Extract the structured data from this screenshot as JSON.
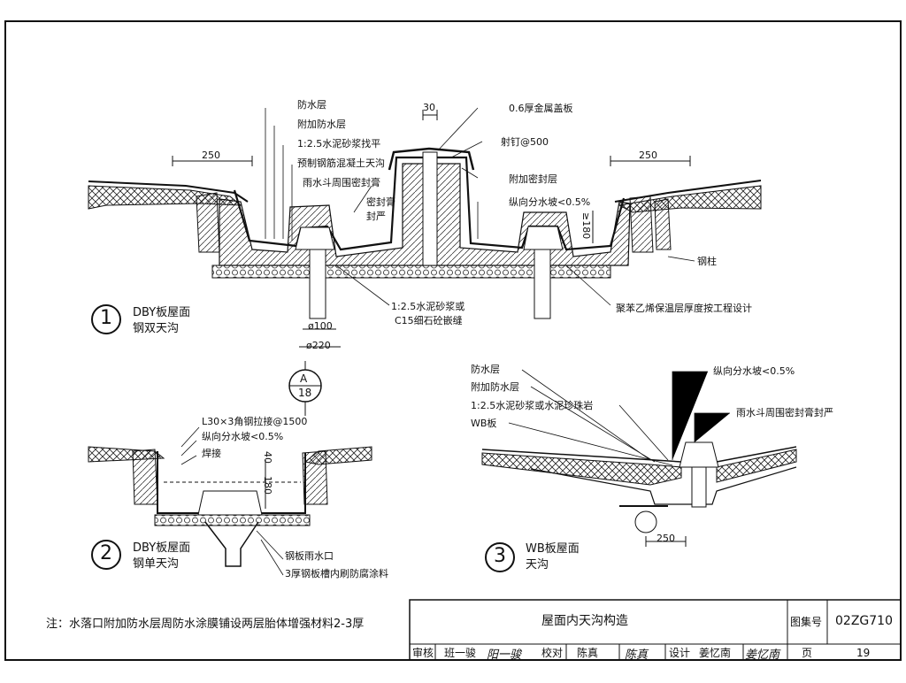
{
  "detail1": {
    "labels": {
      "waterproof_layer": "防水层",
      "extra_waterproof_layer": "附加防水层",
      "mortar_leveling": "1:2.5水泥砂浆找平",
      "precast_gutter": "预制钢筋混凝土天沟",
      "drain_seal": "雨水斗周围密封膏",
      "sealant_1": "密封膏",
      "sealant_2": "封严",
      "metal_cover": "0.6厚金属盖板",
      "shooting_nail": "射钉@500",
      "extra_seal_layer": "附加密封层",
      "slope": "纵向分水坡<0.5%",
      "steel_column": "钢柱",
      "mortar_fill_1": "1:2.5水泥砂浆或",
      "mortar_fill_2": "C15细石砼嵌缝",
      "insulation": "聚苯乙烯保温层厚度按工程设计"
    },
    "dims": {
      "left_250": "250",
      "right_250": "250",
      "top_30": "30",
      "d_100": "ø100",
      "d_220": "ø220",
      "h_180": "≥180"
    },
    "number": "1",
    "caption_1": "DBY板屋面",
    "caption_2": "钢双天沟"
  },
  "callout": {
    "top": "A",
    "bottom": "18"
  },
  "detail2": {
    "labels": {
      "angle_steel": "L30×3角钢拉接@1500",
      "slope": "纵向分水坡<0.5%",
      "weld": "焊接",
      "steel_drain": "钢板雨水口",
      "paint": "3厚钢板槽内刷防腐涂料"
    },
    "dims": {
      "h_40": "40",
      "h_180": "180"
    },
    "number": "2",
    "caption_1": "DBY板屋面",
    "caption_2": "钢单天沟"
  },
  "detail3": {
    "labels": {
      "waterproof_layer": "防水层",
      "extra_waterproof_layer": "附加防水层",
      "mortar": "1:2.5水泥砂浆或水泥珍珠岩",
      "wb_board": "WB板",
      "slope": "纵向分水坡<0.5%",
      "drain_seal": "雨水斗周围密封膏封严"
    },
    "dims": {
      "w_250": "250"
    },
    "number": "3",
    "caption_1": "WB板屋面",
    "caption_2": "天沟"
  },
  "note": "注：水落口附加防水层周防水涂膜铺设两层胎体增强材料2-3厚",
  "title_block": {
    "title": "屋面内天沟构造",
    "atlas_label": "图集号",
    "atlas_no": "02ZG710",
    "review_label": "审核",
    "reviewer": "班一骏",
    "reviewer_sig": "阳一骏",
    "check_label": "校对",
    "checker": "陈真",
    "checker_sig": "陈真",
    "design_label": "设计",
    "designer": "姜忆南",
    "designer_sig": "姜忆南",
    "page_label": "页",
    "page_no": "19"
  }
}
